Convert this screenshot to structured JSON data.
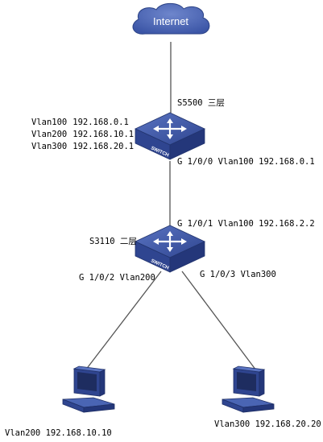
{
  "internet": {
    "label": "Internet"
  },
  "core_switch": {
    "name": "S5500 三层",
    "badge": "SWITCH",
    "vlans": [
      {
        "vlan": "Vlan100",
        "ip": "192.168.0.1"
      },
      {
        "vlan": "Vlan200",
        "ip": "192.168.10.1"
      },
      {
        "vlan": "Vlan300",
        "ip": "192.168.20.1"
      }
    ],
    "downlink_port": "G 1/0/0 Vlan100 192.168.0.1"
  },
  "access_switch": {
    "name": "S3110 二层",
    "badge": "SWITCH",
    "uplink_port": "G 1/0/1 Vlan100 192.168.2.2",
    "port_left": "G 1/0/2 Vlan200",
    "port_right": "G 1/0/3 Vlan300"
  },
  "hosts": [
    {
      "label": "Vlan200 192.168.10.10"
    },
    {
      "label": "Vlan300 192.168.20.20"
    }
  ],
  "colors": {
    "device_top": "#3d57a6",
    "device_side": "#27397a",
    "device_front": "#2f4590",
    "cloud_fill": "#4a65b4",
    "link": "#555555"
  }
}
